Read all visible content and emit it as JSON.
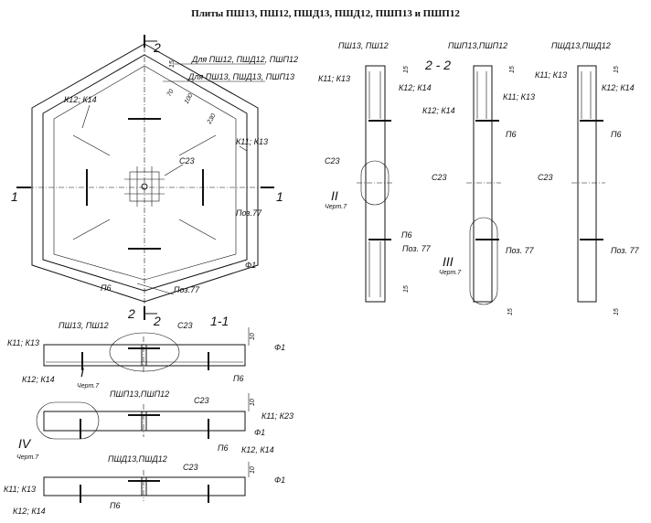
{
  "title": "Плиты ПШ13, ПШ12, ПШД13, ПШД12, ПШП13 и ПШП12",
  "plan": {
    "section_2": "2",
    "section_1": "1",
    "dim_15": "15",
    "dim_70": "70",
    "dim_100": "100",
    "dim_230": "230",
    "note_12": "Для ПШ12, ПШД12, ПШП12",
    "note_13": "Для ПШ13, ПШД13, ПШП13",
    "k12k14": "К12; К14",
    "k11k13": "К11; К13",
    "c23": "С23",
    "poz77a": "Поз.77",
    "poz77b": "Поз.77",
    "f1": "Ф1",
    "p6": "П6"
  },
  "section11": {
    "label": "1-1",
    "section_2": "2",
    "a": {
      "title": "ПШ13, ПШ12",
      "c23": "С23",
      "dim": "10",
      "f1": "Ф1",
      "k11": "К11; К13",
      "k12": "К12; К14",
      "detail": "I",
      "detail_ref": "Черт.7",
      "p6": "П6"
    },
    "b": {
      "title": "ПШП13,ПШП12",
      "c23": "С23",
      "dim": "10",
      "k11": "К11; К23",
      "f1": "Ф1",
      "p6": "П6",
      "k12": "К12, К14",
      "detail": "IV",
      "detail_ref": "Черт.7"
    },
    "c": {
      "title": "ПШД13,ПШД12",
      "c23": "С23",
      "dim": "10",
      "f1": "Ф1",
      "k11": "К11; К13",
      "k12": "К12; К14",
      "p6": "П6"
    }
  },
  "section22": {
    "label": "2 - 2",
    "a": {
      "title": "ПШ13, ПШ12",
      "k11": "К11; К13",
      "k12": "К12; К14",
      "c23": "С23",
      "detail": "II",
      "detail_ref": "Черт.7",
      "p6": "П6",
      "poz77": "Поз. 77",
      "dim_top": "15",
      "dim_bot": "15"
    },
    "b": {
      "title": "ПШП13,ПШП12",
      "k12": "К12; К14",
      "k11": "К11; К13",
      "p6": "П6",
      "c23": "С23",
      "detail": "III",
      "detail_ref": "Черт.7",
      "poz77": "Поз. 77",
      "dim_top": "15",
      "dim_bot": "15"
    },
    "c": {
      "title": "ПШД13,ПШД12",
      "k11": "К11; К13",
      "k12": "К12; К14",
      "p6": "П6",
      "c23": "С23",
      "poz77": "Поз. 77",
      "dim_top": "15",
      "dim_bot": "15"
    }
  }
}
